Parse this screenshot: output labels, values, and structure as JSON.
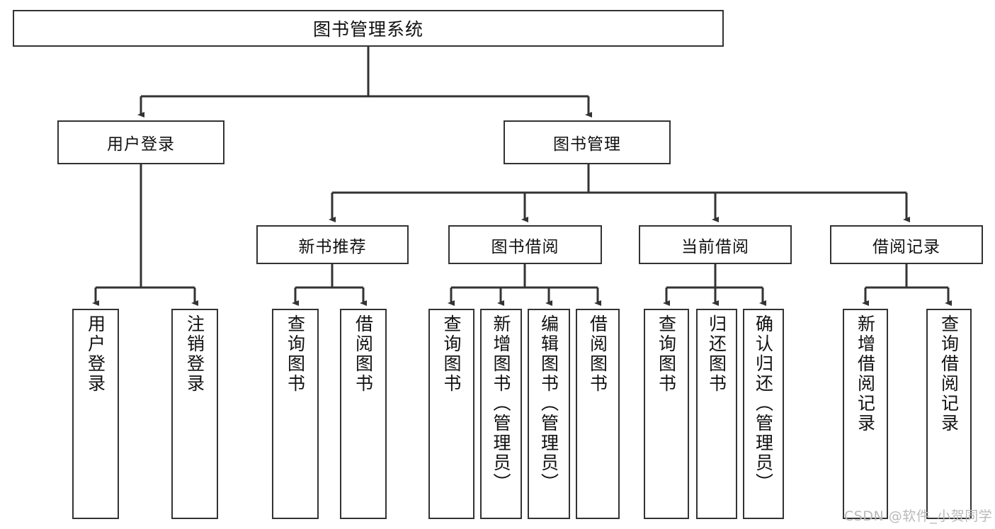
{
  "diagram": {
    "type": "tree",
    "title": "图书管理系统",
    "watermark": "CSDN @软件_小贺同学",
    "colors": {
      "box_border": "#333333",
      "box_fill": "#ffffff",
      "connector": "#333333",
      "text": "#111111",
      "watermark": "#b9b9b9"
    },
    "root": {
      "label": "图书管理系统"
    },
    "level2": [
      {
        "label": "用户登录"
      },
      {
        "label": "图书管理"
      }
    ],
    "level3": [
      {
        "label": "新书推荐"
      },
      {
        "label": "图书借阅"
      },
      {
        "label": "当前借阅"
      },
      {
        "label": "借阅记录"
      }
    ],
    "leaves": {
      "user_login": [
        {
          "label": "用户登录"
        },
        {
          "label": "注销登录"
        }
      ],
      "new_book_recommend": [
        {
          "label": "查询图书"
        },
        {
          "label": "借阅图书"
        }
      ],
      "book_borrow": [
        {
          "label": "查询图书"
        },
        {
          "label": "新增图书（管理员）"
        },
        {
          "label": "编辑图书（管理员）"
        },
        {
          "label": "借阅图书"
        }
      ],
      "current_borrow": [
        {
          "label": "查询图书"
        },
        {
          "label": "归还图书"
        },
        {
          "label": "确认归还（管理员）"
        }
      ],
      "borrow_record": [
        {
          "label": "新增借阅记录"
        },
        {
          "label": "查询借阅记录"
        }
      ]
    }
  }
}
